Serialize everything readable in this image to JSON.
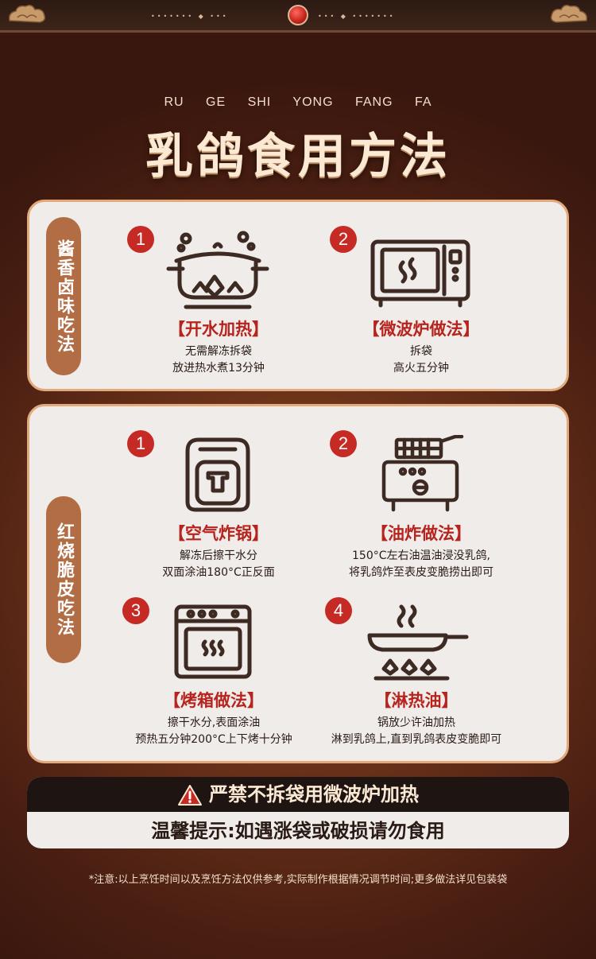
{
  "header": {
    "pinyin": "RU GE SHI YONG FANG FA",
    "title": "乳鸽食用方法"
  },
  "card1": {
    "side_label": "酱香卤味吃法",
    "steps": [
      {
        "num": "1",
        "name": "【开水加热】",
        "desc": [
          "无需解冻拆袋",
          "放进热水煮13分钟"
        ],
        "icon": "pot-icon"
      },
      {
        "num": "2",
        "name": "【微波炉做法】",
        "desc": [
          "拆袋",
          "高火五分钟"
        ],
        "icon": "microwave-icon"
      }
    ]
  },
  "card2": {
    "side_label": "红烧脆皮吃法",
    "steps": [
      {
        "num": "1",
        "name": "【空气炸锅】",
        "desc": [
          "解冻后擦干水分",
          "双面涂油180°C正反面"
        ],
        "icon": "air-fryer-icon"
      },
      {
        "num": "2",
        "name": "【油炸做法】",
        "desc": [
          "150°C左右油温油浸没乳鸽,",
          "将乳鸽炸至表皮变脆捞出即可"
        ],
        "icon": "deep-fryer-icon"
      },
      {
        "num": "3",
        "name": "【烤箱做法】",
        "desc": [
          "擦干水分,表面涂油",
          "预热五分钟200°C上下烤十分钟"
        ],
        "icon": "oven-icon"
      },
      {
        "num": "4",
        "name": "【淋热油】",
        "desc": [
          "锅放少许油加热",
          "淋到乳鸽上,直到乳鸽表皮变脆即可"
        ],
        "icon": "frying-pan-icon"
      }
    ]
  },
  "warning": {
    "main": "严禁不拆袋用微波炉加热",
    "tip": "温馨提示:如遇涨袋或破损请勿食用"
  },
  "footnote": "*注意:以上烹饪时间以及烹饪方法仅供参考,实际制作根据情况调节时间;更多做法详见包装袋",
  "colors": {
    "accent_red": "#c62a24",
    "card_bg": "#efecea",
    "side_tag": "#b26d45",
    "bg_brown": "#4a1f12"
  }
}
